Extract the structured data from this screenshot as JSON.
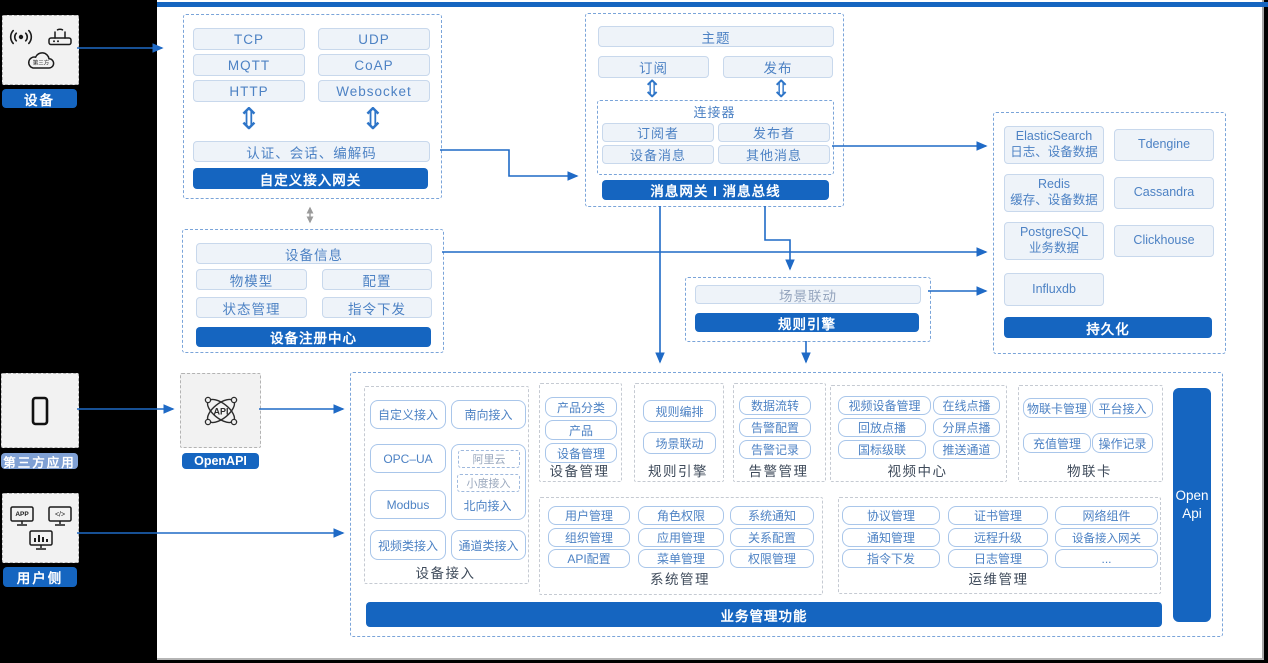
{
  "glyphs": {
    "updown": "⇕"
  },
  "rail": {
    "device": {
      "label": "设备",
      "cloud_text": "第三方"
    },
    "third_party": {
      "label": "第三方应用"
    },
    "user_side": {
      "label": "用户侧",
      "app_text": "APP",
      "code_text": "</>"
    }
  },
  "gateway": {
    "title": "自定义接入网关",
    "protocols": [
      "TCP",
      "UDP",
      "MQTT",
      "CoAP",
      "HTTP",
      "Websocket"
    ],
    "session_layer": "认证、会话、编解码"
  },
  "message_bus": {
    "title": "消息网关 I 消息总线",
    "topic": "主题",
    "subscribe": "订阅",
    "publish": "发布",
    "connector": {
      "title": "连接器",
      "items": [
        "订阅者",
        "发布者",
        "设备消息",
        "其他消息"
      ]
    }
  },
  "persistence": {
    "title": "持久化",
    "stores": [
      {
        "name": "ElasticSearch",
        "desc": "日志、设备数据"
      },
      {
        "name": "Tdengine"
      },
      {
        "name": "Redis",
        "desc": "缓存、设备数据"
      },
      {
        "name": "Cassandra"
      },
      {
        "name": "PostgreSQL",
        "desc": "业务数据"
      },
      {
        "name": "Clickhouse"
      },
      {
        "name": "Influxdb"
      }
    ]
  },
  "registry": {
    "title": "设备注册中心",
    "device_info": "设备信息",
    "items": [
      "物模型",
      "配置",
      "状态管理",
      "指令下发"
    ]
  },
  "rule_engine_box": {
    "title": "规则引擎",
    "scene_linkage": "场景联动"
  },
  "openapi": {
    "label": "OpenAPI",
    "icon_text": "API"
  },
  "business": {
    "footer": "业务管理功能",
    "open_api_line1": "Open",
    "open_api_line2": "Api",
    "device_access": {
      "label": "设备接入",
      "custom": "自定义接入",
      "south": "南向接入",
      "opcua": "OPC–UA",
      "aliyun": "阿里云",
      "xiaodu": "小度接入",
      "north": "北向接入",
      "modbus": "Modbus",
      "video": "视频类接入",
      "channel": "通道类接入"
    },
    "device_mgmt": {
      "label": "设备管理",
      "items": [
        "产品分类",
        "产品",
        "设备管理"
      ]
    },
    "rule": {
      "label": "规则引擎",
      "items": [
        "规则编排",
        "场景联动"
      ]
    },
    "alarm": {
      "label": "告警管理",
      "items": [
        "数据流转",
        "告警配置",
        "告警记录"
      ]
    },
    "video_center": {
      "label": "视频中心",
      "items": [
        "视频设备管理",
        "在线点播",
        "回放点播",
        "分屏点播",
        "国标级联",
        "推送通道"
      ]
    },
    "iot_card": {
      "label": "物联卡",
      "items": [
        "物联卡管理",
        "平台接入",
        "充值管理",
        "操作记录"
      ]
    },
    "system": {
      "label": "系统管理",
      "items": [
        "用户管理",
        "角色权限",
        "系统通知",
        "组织管理",
        "应用管理",
        "关系配置",
        "API配置",
        "菜单管理",
        "权限管理"
      ]
    },
    "ops": {
      "label": "运维管理",
      "items": [
        "协议管理",
        "证书管理",
        "网络组件",
        "通知管理",
        "远程升级",
        "设备接入网关",
        "指令下发",
        "日志管理",
        "..."
      ]
    }
  }
}
